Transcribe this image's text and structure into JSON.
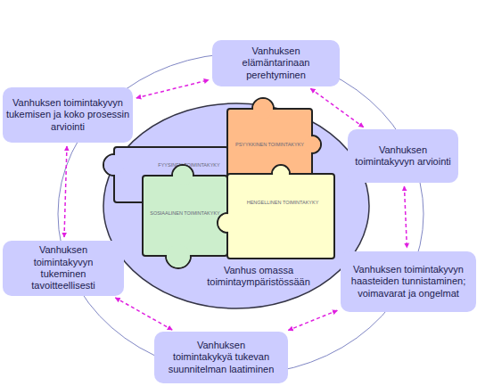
{
  "diagram": {
    "nodes": [
      {
        "text": [
          "Vanhuksen elämäntarinaan perehtyminen"
        ]
      },
      {
        "text": [
          "Vanhuksen toimintakyvyn arviointi"
        ]
      },
      {
        "text": [
          "Vanhuksen toimintakyvyn haasteiden tunnistaminen; voimavarat ja ongelmat"
        ]
      },
      {
        "text": [
          "Vanhuksen toimintakykyä tukevan suunnitelman laatiminen"
        ]
      },
      {
        "text": [
          "Vanhuksen toimintakyvyn tukeminen tavoitteellisesti"
        ]
      },
      {
        "text": [
          "Vanhuksen toimintakyvyn tukemisen ja koko prosessin arviointi"
        ]
      },
      {
        "text": [
          "Vanhus omassa toimintaympäristössään"
        ]
      },
      {
        "text": [
          "FYYSINEN TOIMINTAKYKY"
        ],
        "in": 6
      },
      {
        "text": [
          "PSYYKKINEN TOIMINTAKYKY"
        ],
        "in": 6
      },
      {
        "text": [
          "SOSIAALINEN TOIMINTAKYKY"
        ],
        "in": 6
      },
      {
        "text": [
          "HENGELLINEN TOIMINTAKYKY"
        ],
        "in": 6
      }
    ],
    "edges": [
      {
        "from": 5,
        "to": 0,
        "arrow": "both"
      },
      {
        "from": 0,
        "to": 1,
        "arrow": "both"
      },
      {
        "from": 1,
        "to": 2,
        "arrow": "both"
      },
      {
        "from": 2,
        "to": 3,
        "arrow": "both"
      },
      {
        "from": 3,
        "to": 4,
        "arrow": "both"
      },
      {
        "from": 4,
        "to": 5,
        "arrow": "both"
      }
    ]
  }
}
